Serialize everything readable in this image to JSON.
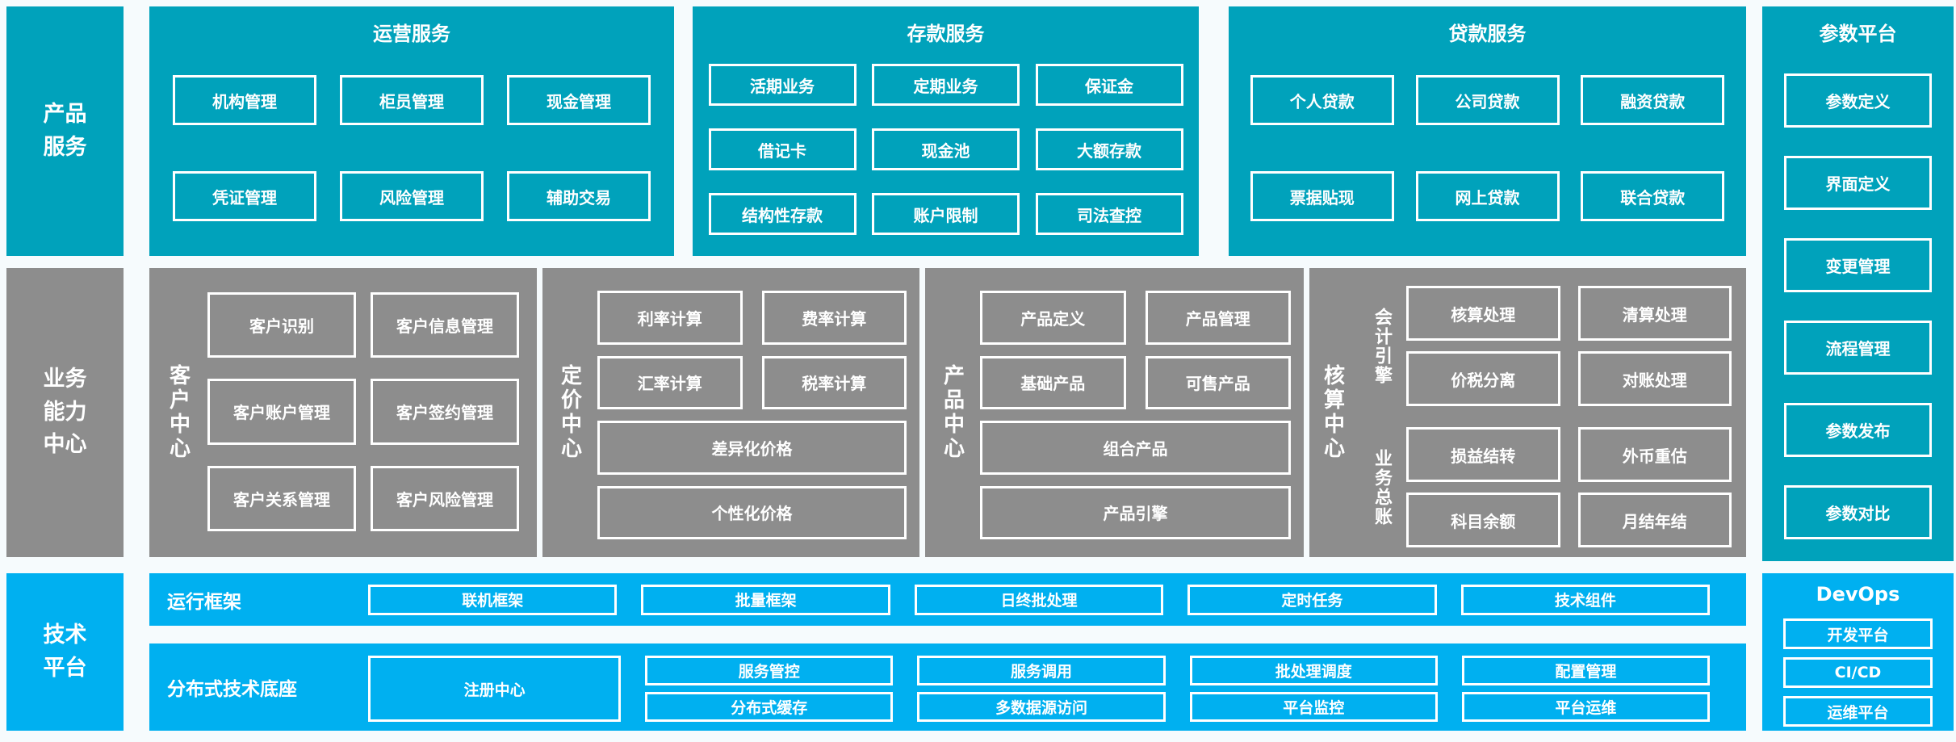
{
  "palette": {
    "teal": "#00a2bb",
    "gray": "#8d8d8d",
    "bright_blue": "#00b0f0",
    "background": "#f6fbfd",
    "box_border": "#ffffff",
    "text": "#ffffff"
  },
  "left_rails": {
    "product_services": "产品\n服务",
    "business_capability": "业务\n能力\n中心",
    "tech_platform": "技术\n平台"
  },
  "top": {
    "operations": {
      "title": "运营服务",
      "items": [
        "机构管理",
        "柜员管理",
        "现金管理",
        "凭证管理",
        "风险管理",
        "辅助交易"
      ]
    },
    "deposits": {
      "title": "存款服务",
      "items": [
        "活期业务",
        "定期业务",
        "保证金",
        "借记卡",
        "现金池",
        "大额存款",
        "结构性存款",
        "账户限制",
        "司法查控"
      ]
    },
    "loans": {
      "title": "贷款服务",
      "items": [
        "个人贷款",
        "公司贷款",
        "融资贷款",
        "票据贴现",
        "网上贷款",
        "联合贷款"
      ]
    }
  },
  "param_platform": {
    "title": "参数平台",
    "items": [
      "参数定义",
      "界面定义",
      "变更管理",
      "流程管理",
      "参数发布",
      "参数对比"
    ]
  },
  "centers": {
    "customer": {
      "label": "客户中心",
      "items": [
        "客户识别",
        "客户信息管理",
        "客户账户管理",
        "客户签约管理",
        "客户关系管理",
        "客户风险管理"
      ]
    },
    "pricing": {
      "label": "定价中心",
      "items": [
        "利率计算",
        "费率计算",
        "汇率计算",
        "税率计算"
      ],
      "wide_items": [
        "差异化价格",
        "个性化价格"
      ]
    },
    "product": {
      "label": "产品中心",
      "items": [
        "产品定义",
        "产品管理",
        "基础产品",
        "可售产品"
      ],
      "wide_items": [
        "组合产品",
        "产品引擎"
      ]
    },
    "accounting": {
      "label": "核算中心",
      "groups": [
        {
          "label": "会计引擎",
          "items": [
            "核算处理",
            "清算处理",
            "价税分离",
            "对账处理"
          ]
        },
        {
          "label": "业务总账",
          "items": [
            "损益结转",
            "外币重估",
            "科目余额",
            "月结年结"
          ]
        }
      ]
    }
  },
  "tech": {
    "runtime": {
      "label": "运行框架",
      "items": [
        "联机框架",
        "批量框架",
        "日终批处理",
        "定时任务",
        "技术组件"
      ]
    },
    "distributed": {
      "label": "分布式技术底座",
      "tall_item": "注册中心",
      "columns": [
        [
          "服务管控",
          "分布式缓存"
        ],
        [
          "服务调用",
          "多数据源访问"
        ],
        [
          "批处理调度",
          "平台监控"
        ],
        [
          "配置管理",
          "平台运维"
        ]
      ]
    }
  },
  "devops": {
    "title": "DevOps",
    "items": [
      "开发平台",
      "CI/CD",
      "运维平台"
    ]
  }
}
